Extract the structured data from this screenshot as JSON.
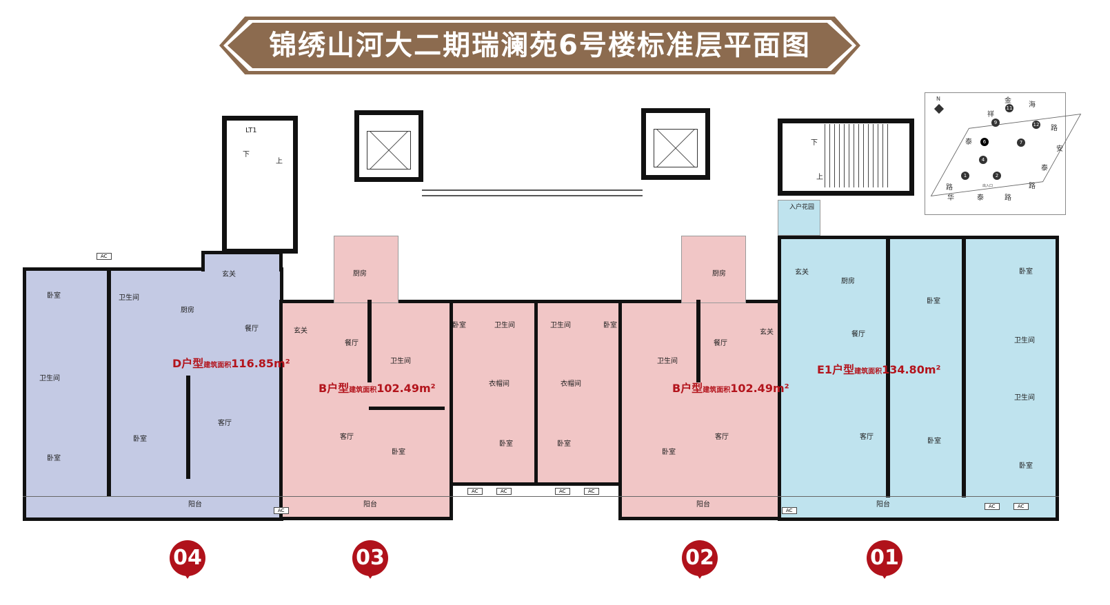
{
  "title": "锦绣山河大二期瑞澜苑6号楼标准层平面图",
  "units": [
    {
      "type": "D户型",
      "area_label": "建筑面积",
      "area": "116.85m²",
      "marker": "04"
    },
    {
      "type": "B户型",
      "area_label": "建筑面积",
      "area": "102.49m²",
      "marker": "03"
    },
    {
      "type": "B户型",
      "area_label": "建筑面积",
      "area": "102.49m²",
      "marker": "02"
    },
    {
      "type": "E1户型",
      "area_label": "建筑面积",
      "area": "134.80m²",
      "marker": "01"
    }
  ],
  "rooms": [
    "卧室",
    "卫生间",
    "厨房",
    "玄关",
    "餐厅",
    "卫生间",
    "卧室",
    "卧室",
    "客厅",
    "阳台",
    "厨房",
    "玄关",
    "餐厅",
    "卫生间",
    "卧室",
    "卫生间",
    "衣帽间",
    "卧室",
    "卧室",
    "客厅",
    "阳台",
    "卫生间",
    "卧室",
    "衣帽间",
    "卧室",
    "厨房",
    "餐厅",
    "卫生间",
    "玄关",
    "卧室",
    "客厅",
    "阳台",
    "入户花园",
    "玄关",
    "厨房",
    "餐厅",
    "卧室",
    "卧室",
    "卫生间",
    "卫生间",
    "卧室",
    "卧室",
    "客厅",
    "阳台"
  ],
  "stairs": {
    "lift_label": "LT1",
    "down": "下",
    "up": "上"
  },
  "ac": "AC",
  "site_map": {
    "north": "N",
    "roads": [
      "金",
      "祥",
      "海",
      "路",
      "泰",
      "路",
      "安",
      "泰",
      "路",
      "华",
      "泰",
      "路"
    ],
    "entrance": "出入口",
    "buildings": [
      "11",
      "9",
      "12",
      "6",
      "7",
      "4",
      "1",
      "2"
    ]
  },
  "colors": {
    "D": "#c4cae4",
    "B": "#f1c6c6",
    "E1": "#bfe3ee",
    "accent": "#b0121b",
    "banner": "#8c6b4f"
  }
}
